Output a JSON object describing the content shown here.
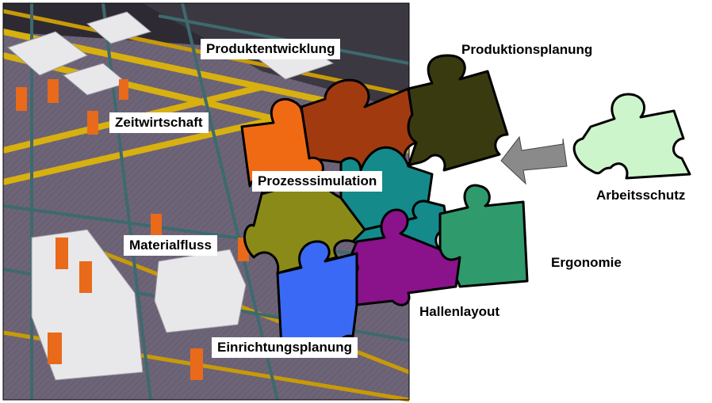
{
  "labels": {
    "produktentwicklung": "Produktentwicklung",
    "produktionsplanung": "Produktionsplanung",
    "zeitwirtschaft": "Zeitwirtschaft",
    "prozesssimulation": "Prozesssimulation",
    "arbeitsschutz": "Arbeitsschutz",
    "materialfluss": "Materialfluss",
    "ergonomie": "Ergonomie",
    "hallenlayout": "Hallenlayout",
    "einrichtungsplanung": "Einrichtungsplanung"
  },
  "colors": {
    "produktentwicklung_piece": "#f06a14",
    "produktionsplanung_piece": "#a23a10",
    "dark_piece": "#3a3a10",
    "prozesssimulation_piece": "#8a8a18",
    "teal_piece": "#148a8a",
    "ergonomie_piece": "#2f9a6c",
    "hallenlayout_piece": "#8a128a",
    "einrichtungsplanung_piece": "#3a6af5",
    "arbeitsschutz_piece": "#ccf5cc",
    "arrow": "#8a8a8a",
    "factory_floor": "#6e6478"
  }
}
